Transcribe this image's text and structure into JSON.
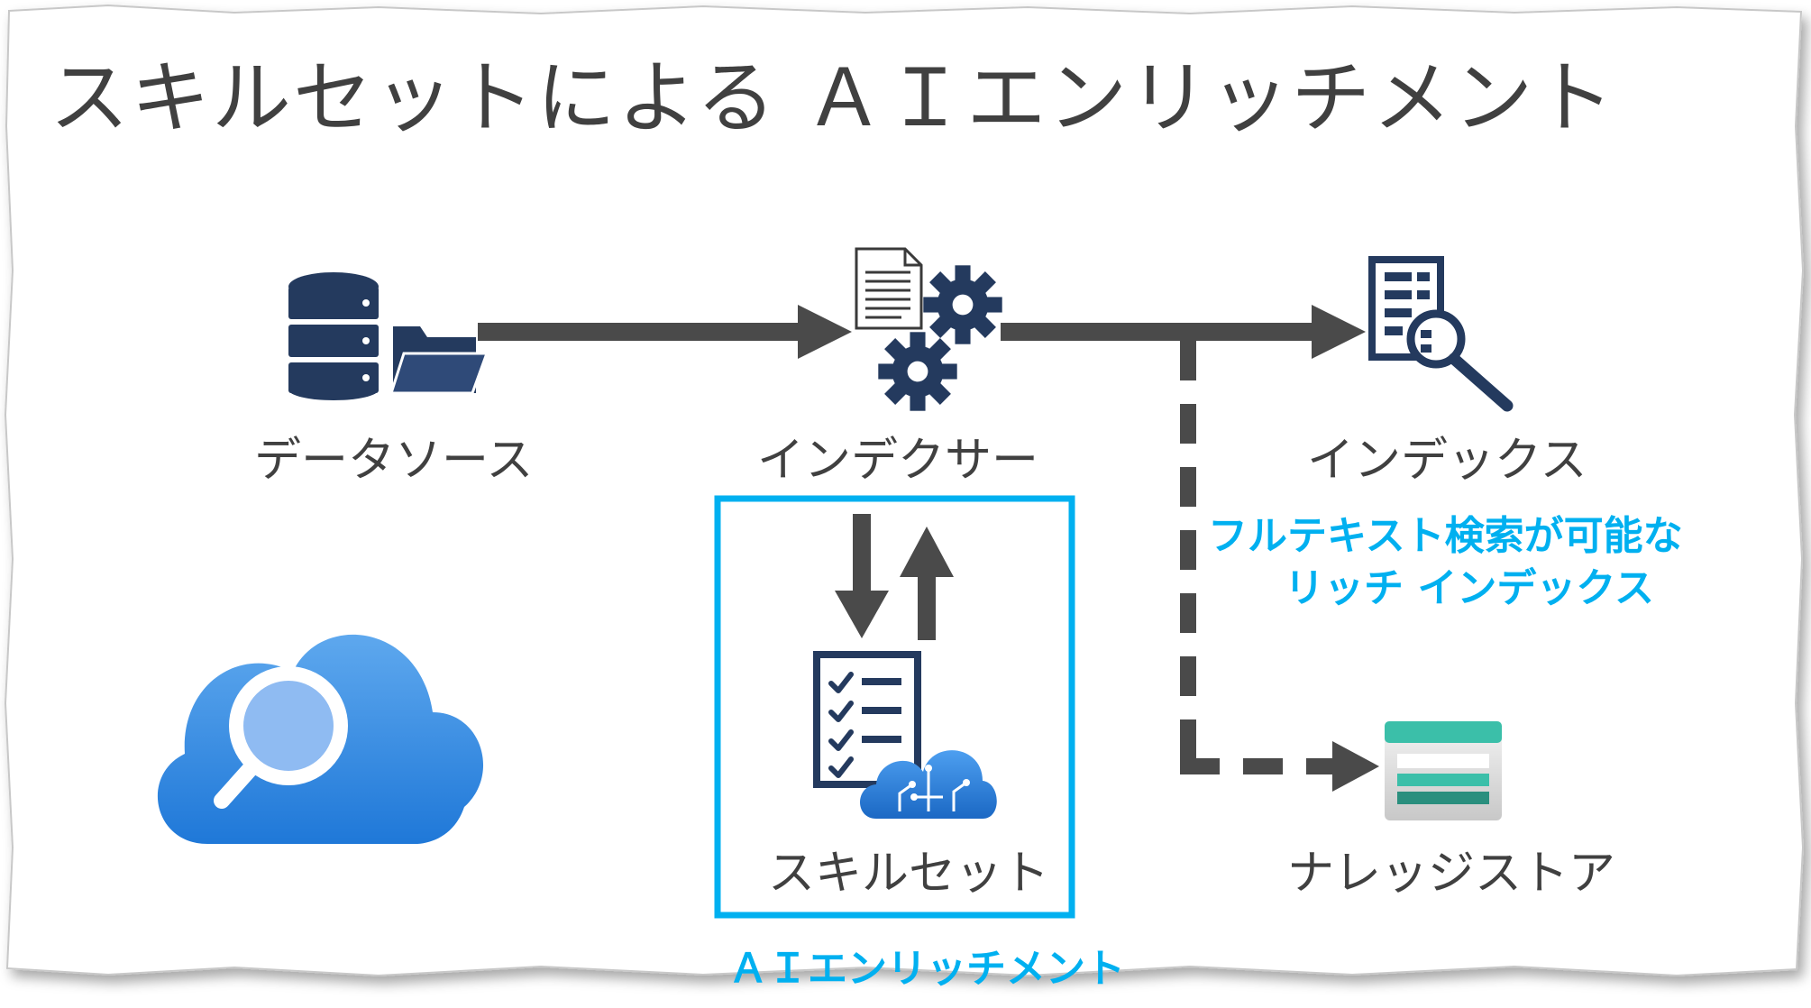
{
  "title": "スキルセットによる ＡＩエンリッチメント",
  "nodes": {
    "datasource": {
      "label": "データソース",
      "icon": "database-folder-icon"
    },
    "indexer": {
      "label": "インデクサー",
      "icon": "document-gears-icon"
    },
    "index": {
      "label": "インデックス",
      "icon": "document-search-icon"
    },
    "skillset": {
      "label": "スキルセット",
      "icon": "checklist-cloud-icon"
    },
    "knowledge_store": {
      "label": "ナレッジストア",
      "icon": "storage-icon"
    },
    "search_service": {
      "icon": "cloud-search-icon"
    }
  },
  "annotations": {
    "rich_index_line1": "フルテキスト検索が可能な",
    "rich_index_line2": "リッチ インデックス",
    "enrichment_caption": "ＡＩエンリッチメント"
  },
  "colors": {
    "icon_navy": "#243a5e",
    "arrow_gray": "#4a4a4a",
    "accent_cyan": "#00b0f0",
    "teal": "#3bbfa9",
    "cloud_blue": "#2f86e0"
  }
}
